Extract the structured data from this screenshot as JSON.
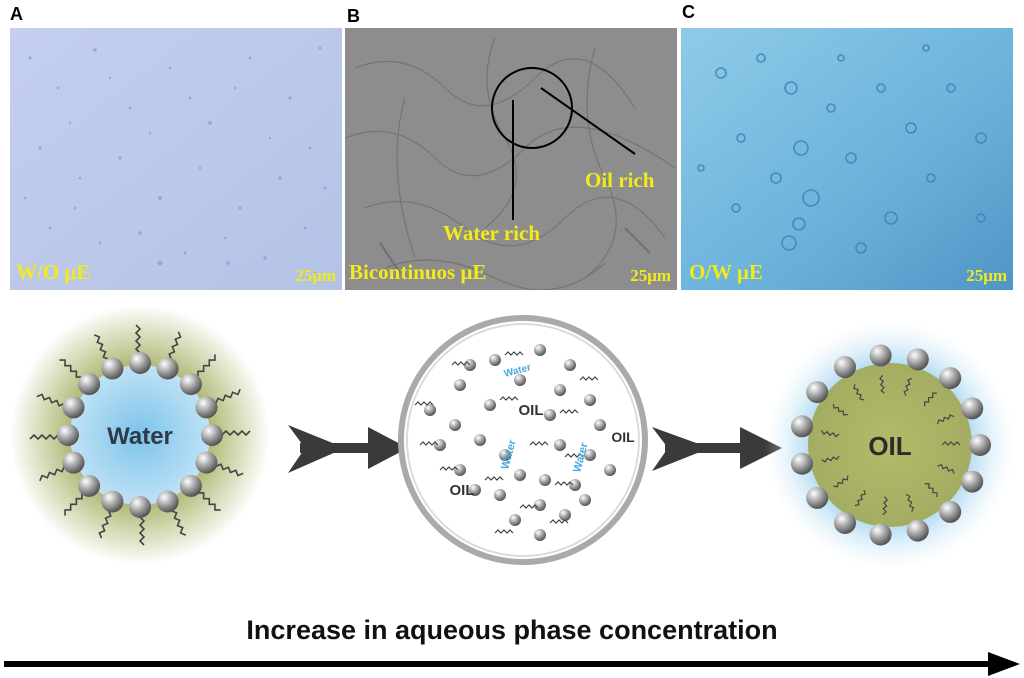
{
  "panels": [
    {
      "letter": "A",
      "label": "W/O μE",
      "scale": "25μm"
    },
    {
      "letter": "B",
      "label": "Bicontinuos μE",
      "scale": "25μm",
      "annotation_oil": "Oil  rich",
      "annotation_water": "Water rich"
    },
    {
      "letter": "C",
      "label": "O/W μE",
      "scale": "25μm"
    }
  ],
  "schematics": {
    "left_core": "Water",
    "middle_labels": [
      "OIL",
      "OIL",
      "OIL"
    ],
    "middle_water_labels": [
      "Water",
      "Water",
      "Water"
    ],
    "right_core": "OIL"
  },
  "footer": {
    "title": "Increase in aqueous phase concentration"
  },
  "colors": {
    "caption": "#f2ea1a",
    "water": "#8ccbec",
    "oil": "#aab36a",
    "head": "#9a9a9a",
    "arrow": "#3a3a3a"
  }
}
